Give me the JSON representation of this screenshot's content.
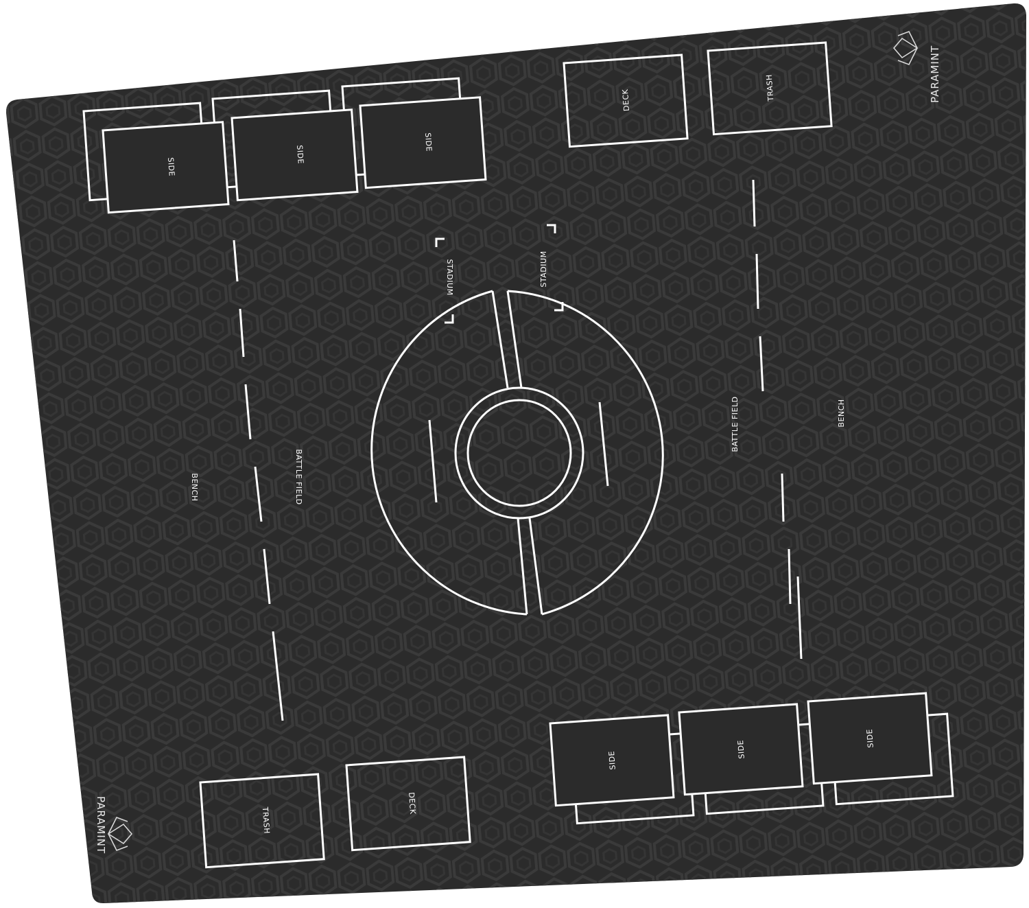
{
  "product": {
    "brand": "PARAMINT",
    "background_color": "#2b2b2b",
    "line_color": "#ffffff",
    "pattern_color": "#3a3a3a",
    "logo_icon": "lotus-logo-icon"
  },
  "labels": {
    "side": "SIDE",
    "deck": "DECK",
    "trash": "TRASH",
    "stadium": "STADIUM",
    "bench": "BENCH",
    "battle_field": "BATTLE FIELD"
  }
}
